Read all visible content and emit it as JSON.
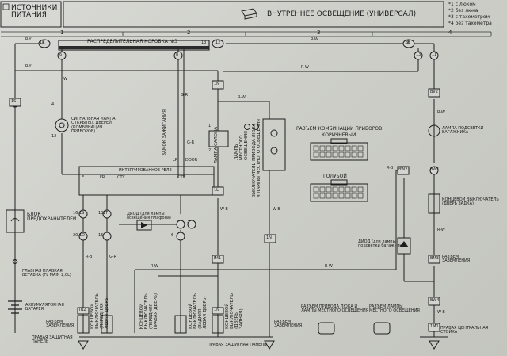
{
  "header": {
    "power_title": "ИСТОЧНИКИ\nПИТАНИЯ",
    "system_title": "ВНУТРЕННЕЕ ОСВЕЩЕНИЕ (УНИВЕРСАЛ)",
    "notes": [
      "*1 с люком",
      "*2 без люка",
      "*3 с тахометром",
      "*4 без тахометра"
    ],
    "columns": [
      "1",
      "2",
      "3",
      "4"
    ]
  },
  "labels": {
    "junction_box": "РАСПРЕДЕЛИТЕЛЬНАЯ КОРОБКА №3",
    "door_lamp": "СИГНАЛЬНАЯ ЛАМПА\nОТКРЫТЫХ ДВЕРЕЙ\n(КОМБИНАЦИЯ\nПРИБОРОВ)",
    "ignition_switch": "ЗАМОК ЗАЖИГАНИЯ",
    "room_lamp": "ЛАМПА САЛОНА",
    "sunroof_lamps": "ВЫКЛЮЧАТЕЛЬ ПРИВОДА ЛЮКА\nИ ЛАМПЫ МЕСТНОГО ОСВЕЩЕНИЯ",
    "local_lamp": "ЛАМПЫ\nМЕСТНОГО\nОСВЕЩЕНИЯ",
    "connector_combo": "РАЗЪЕМ КОМБИНАЦИИ ПРИБОРОВ",
    "brown": "КОРИЧНЕВЫЙ",
    "blue": "ГОЛУБОЙ",
    "integrated_relay": "ИНТЕГРИРОВАННОЕ РЕЛЕ",
    "diode_lamp": "ДИОД (для лампы\nосвещения плафона)",
    "fuse_block": "БЛОК\nПРЕДОХРАНИТЕЛЕЙ",
    "main_fuse": "ГЛАВНАЯ ПЛАВКАЯ\nВСТАВКА (FL MAIN 2,0L)",
    "battery": "АККУМУЛЯТОРНАЯ\nБАТАРЕЯ",
    "ground_conn": "РАЗЪЕМ\nЗАЗЕМЛЕНИЯ",
    "right_kick": "ПРАВАЯ ЗАЩИТНАЯ\nПАНЕЛЬ",
    "sw_front_left": "КОНЦЕВОЙ\nВЫКЛЮЧАТЕЛЬ\n(ПЕРЕДНЯЯ\nЛЕВАЯ ДВЕРЬ)",
    "sw_front_right": "КОНЦЕВОЙ\nВЫКЛЮЧАТЕЛЬ\n(ПЕРЕДНЯЯ\nПРАВАЯ ДВЕРЬ)",
    "sw_rear_left": "КОНЦЕВОЙ\nВЫКЛЮЧАТЕЛЬ\n(ЗАДНЯЯ\nЛЕВАЯ ДВЕРЬ)",
    "sw_rear_right": "КОНЦЕВОЙ\nВЫКЛЮЧАТЕЛЬ\n(ДВЕРЬ\nЗАДНЯЯ)",
    "ground_conn2": "РАЗЪЕМ\nЗАЗЕМЛЕНИЯ",
    "connector_sunroof": "РАЗЪЕМ ПРИВОДА ЛЮКА И\nЛАМПЫ МЕСТНОГО ОСВЕЩЕНИЯ",
    "connector_local": "РАЗЪЕМ ЛАМПЫ\nМЕСТНОГО ОСВЕЩЕНИЯ",
    "right_kick_panel": "ПРАВАЯ ЗАЩИТНАЯ ПАНЕЛЬ",
    "diode_lug": "ДИОД (для лампы\nподсветки багажника)",
    "luggage_lamp": "ЛАМПА ПОДСВЕТКИ\nБАГАЖНИКА",
    "back_door_switch": "КОНЦЕВОЙ ВЫКЛЮЧАТЕЛЬ\n(ДВЕРЬ ЗАДКА)",
    "ground_conn3": "РАЗЪЕМ\nЗАЗЕМЛЕНИЯ",
    "right_center_pillar": "ПРАВАЯ ЦЕНТРАЛЬНАЯ\nСТОЙКА",
    "relay_pins": [
      "E",
      "FR",
      "CTY",
      "CTY"
    ],
    "lp_door": [
      "LP",
      "DOOR"
    ]
  },
  "wire_codes": [
    "R-Y",
    "R-W",
    "R-Y",
    "W",
    "G-R",
    "G-R",
    "R-W",
    "R-W",
    "R-B",
    "G-R",
    "R-W",
    "W-B",
    "R-W",
    "W-B",
    "R-W",
    "R-B",
    "R-W",
    "W-B"
  ],
  "connectors": [
    "1K",
    "1N",
    "1S",
    "1B",
    "1S",
    "1T",
    "1L",
    "1D",
    "1N",
    "IM1",
    "BV2",
    "BW1",
    "BW2",
    "BM3",
    "BW4",
    "1M1",
    "1N",
    "IN2"
  ],
  "pin_numbers": [
    "2",
    "6",
    "8",
    "12",
    "4",
    "12",
    "13",
    "9",
    "13",
    "11",
    "16",
    "10",
    "15",
    "20",
    "6",
    "3",
    "7",
    "1",
    "2"
  ]
}
